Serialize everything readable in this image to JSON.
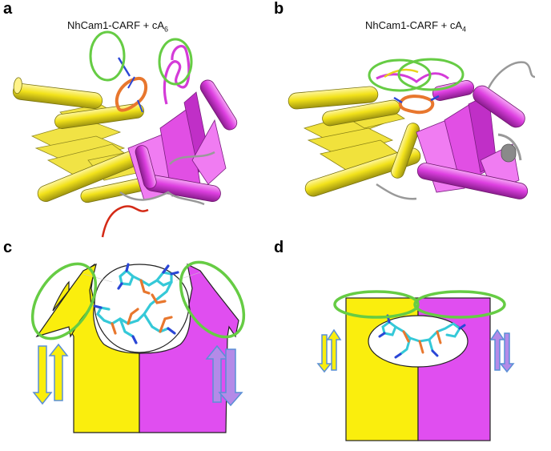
{
  "panels": {
    "a": {
      "letter": "a",
      "title_text": "NhCam1-CARF + cA",
      "title_sub": "6"
    },
    "b": {
      "letter": "b",
      "title_text": "NhCam1-CARF + cA",
      "title_sub": "4"
    },
    "c": {
      "letter": "c"
    },
    "d": {
      "letter": "d"
    }
  },
  "colors": {
    "protomer_left": "#f7ea1f",
    "protomer_right": "#df4ef0",
    "highlight_ring": "#66cc44",
    "ligand_carbon": "#35c9d8",
    "ligand_phosphate": "#e8772e",
    "ligand_nitrogen": "#2a46d6",
    "loop_gray": "#a0a0a0",
    "loop_red": "#d42a16"
  }
}
